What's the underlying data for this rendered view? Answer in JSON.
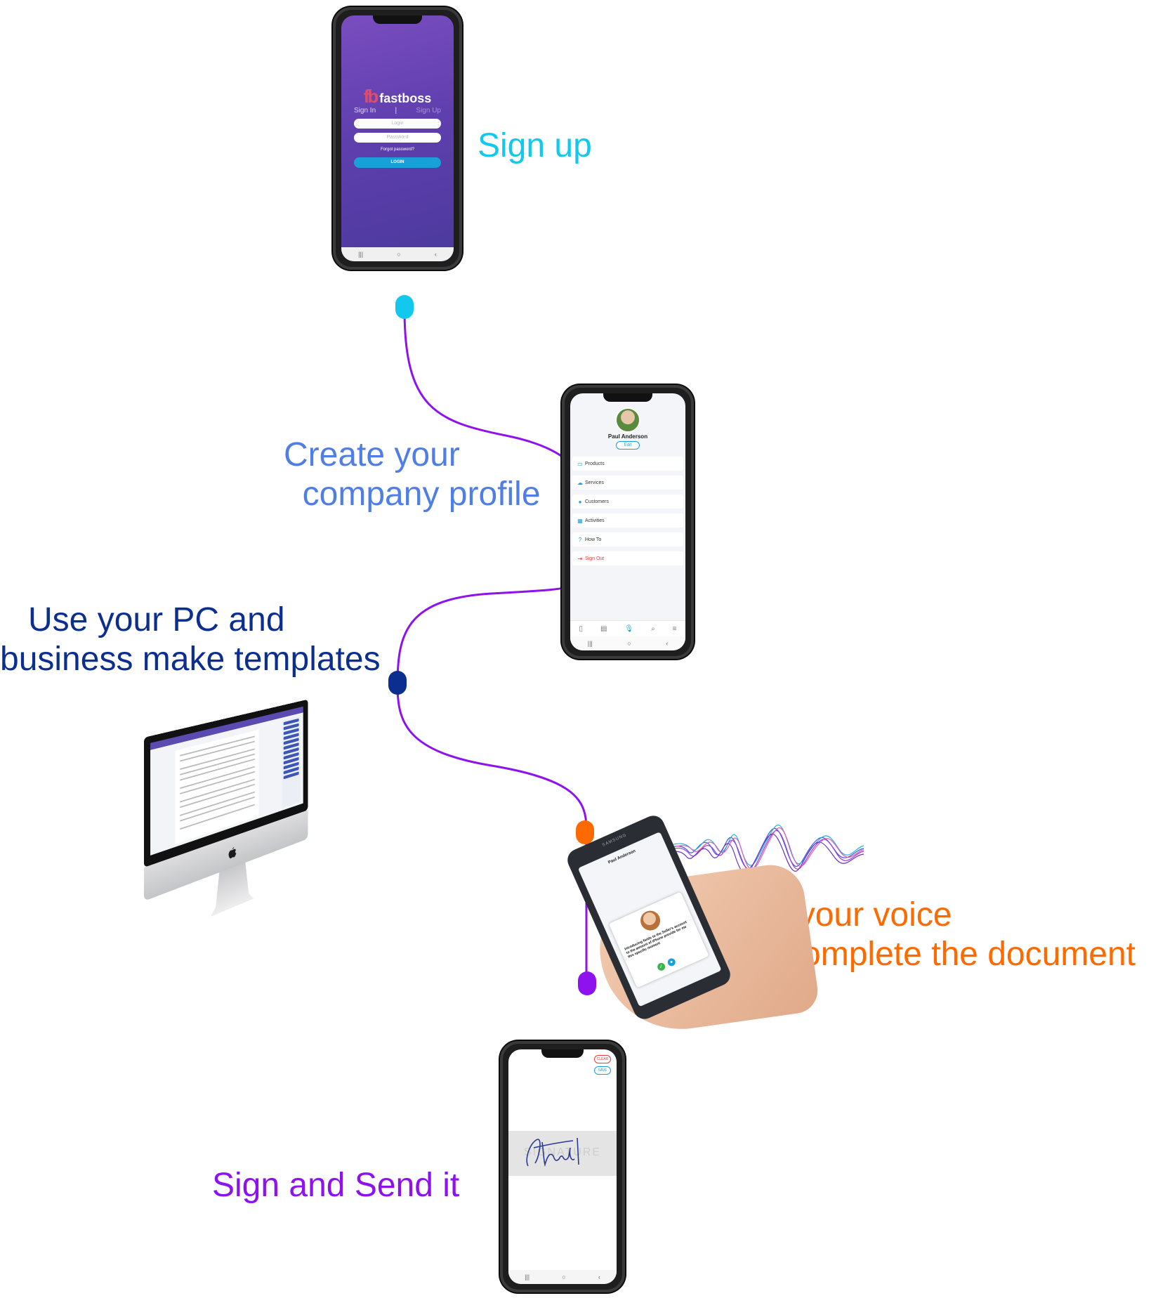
{
  "steps": [
    {
      "label": "Sign up",
      "color": "#12c8ef"
    },
    {
      "label": "Create your\n  company profile",
      "color": "#4f7fe6"
    },
    {
      "label": "   Use your PC and\nbusiness make templates",
      "color": "#0c2f8f"
    },
    {
      "label": "Use your voice\n  to complete the document",
      "color": "#ff6a00"
    },
    {
      "label": "Sign and Send it",
      "color": "#8e12ee"
    }
  ],
  "path_color": "#8e12ee",
  "phone_login": {
    "brand": "fastboss",
    "brand_mark": "fb",
    "tab_signin": "Sign In",
    "tab_separator": "|",
    "tab_signup": "Sign Up",
    "login_placeholder": "Login",
    "password_placeholder": "Password",
    "forgot": "Forgot password?",
    "login_button": "LOGIN",
    "nav": [
      "|||",
      "○",
      "‹"
    ]
  },
  "phone_profile": {
    "name": "Paul Anderson",
    "edit": "Edit",
    "menu": [
      {
        "label": "Products",
        "icon": "▭"
      },
      {
        "label": "Services",
        "icon": "☁"
      },
      {
        "label": "Customers",
        "icon": "●"
      },
      {
        "label": "Activities",
        "icon": "▦"
      },
      {
        "label": "How To",
        "icon": "?"
      },
      {
        "label": "Sign Out",
        "icon": "⇥"
      }
    ],
    "tabs": [
      "▯",
      "▤",
      "🎙",
      "⌕",
      "≡"
    ],
    "nav": [
      "|||",
      "○",
      "‹"
    ]
  },
  "phone_sign": {
    "clear": "CLEAR",
    "save": "SAVE",
    "placeholder": "SIGNATURE",
    "nav": [
      "|||",
      "○",
      "‹"
    ]
  },
  "voice_phone": {
    "brand": "SAMSUNG",
    "name": "Paul Anderson",
    "message": "Introducing fields to the Seller's account to the amount of iPhone provide for me this specific moment",
    "mic_icon": "mic-icon",
    "check_icon": "check-icon"
  },
  "imac": {
    "logo": ""
  }
}
